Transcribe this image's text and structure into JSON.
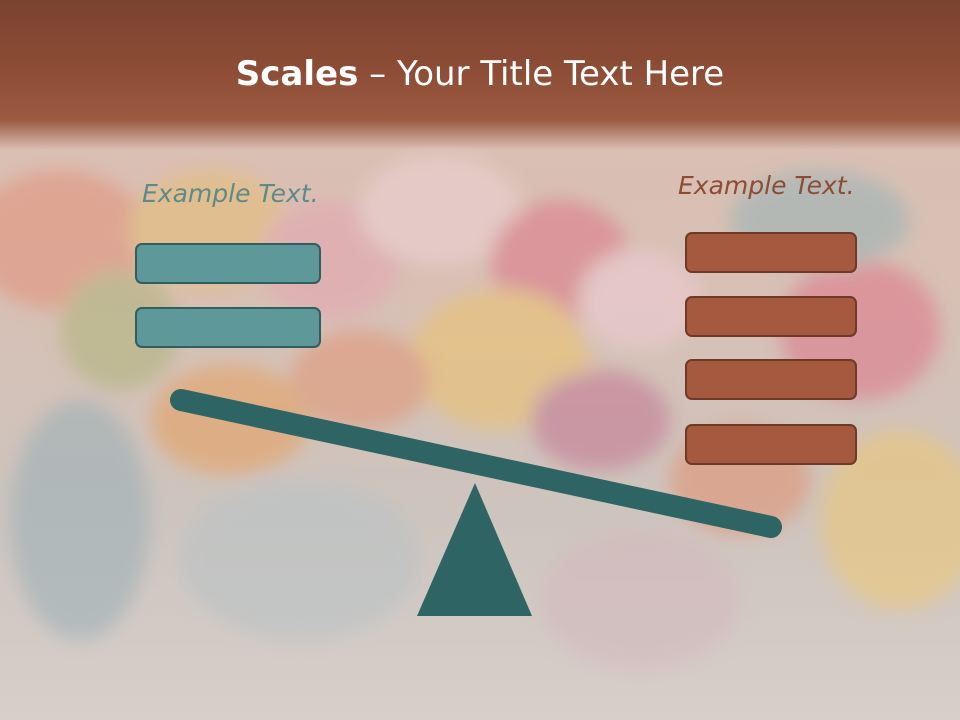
{
  "title": {
    "bold": "Scales",
    "rest": " – Your Title Text Here"
  },
  "left": {
    "label": "Example Text.",
    "box_count": 2,
    "box_color": "#5f9899"
  },
  "right": {
    "label": "Example Text.",
    "box_count": 4,
    "box_color": "#a55a3f"
  },
  "colors": {
    "header": "#8c4c35",
    "beam": "#2f6464",
    "fulcrum": "#2f6464"
  },
  "background": "blurred flower bouquet photo"
}
